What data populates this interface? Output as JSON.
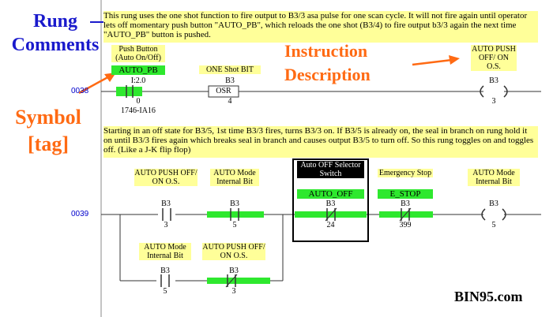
{
  "rung1": {
    "number": "0038",
    "comment": "This rung uses the one shot function to fire output to B3/3 asa pulse for one scan cycle. It will not fire again until operator lets off momentary push button \"AUTO_PB\", which reloads the one shot (B3/4) to fire output b3/3 again the next time \"AUTO_PB\" button is pushed.",
    "contact1": {
      "desc": "Push Button (Auto On/Off)",
      "symbol": "AUTO_PB",
      "addr": "I:2.0",
      "bit": "0",
      "module": "1746-IA16"
    },
    "osr": {
      "desc": "ONE Shot BIT",
      "addr": "B3",
      "label": "OSR",
      "bit": "4"
    },
    "coil": {
      "desc": "AUTO PUSH OFF/ ON O.S.",
      "addr": "B3",
      "bit": "3"
    }
  },
  "rung2": {
    "number": "0039",
    "comment": "Starting in an off state for B3/5, 1st time B3/3 fires, turns B3/3 on. If B3/5 is already on, the seal in branch on rung hold it on until B3/3 fires again which breaks seal in branch and causes output B3/5 to turn off. So this rung toggles on and toggles off. (Like a J-K flip flop)",
    "c1": {
      "desc": "AUTO PUSH OFF/ ON O.S.",
      "addr": "B3",
      "bit": "3"
    },
    "c2": {
      "desc": "AUTO Mode Internal Bit",
      "addr": "B3",
      "bit": "5"
    },
    "c3": {
      "desc": "Auto OFF Selector Switch",
      "symbol": "AUTO_OFF",
      "addr": "B3",
      "bit": "24"
    },
    "c4": {
      "desc": "Emergency Stop",
      "symbol": "E_STOP",
      "addr": "B3",
      "bit": "399"
    },
    "coil": {
      "desc": "AUTO Mode Internal Bit",
      "addr": "B3",
      "bit": "5"
    },
    "b1": {
      "desc": "AUTO Mode Internal Bit",
      "addr": "B3",
      "bit": "5"
    },
    "b2": {
      "desc": "AUTO PUSH OFF/ ON O.S.",
      "addr": "B3",
      "bit": "3"
    }
  },
  "callouts": {
    "rung_comments": "Rung Comments",
    "instruction_description": "Instruction Description",
    "symbol_tag": "Symbol [tag]"
  },
  "watermark": "BIN95.com",
  "colors": {
    "accent_blue": "#1a1acc",
    "accent_orange": "#ff6a13",
    "highlight_green": "#2ee82e",
    "comment_yellow": "#ffff99"
  }
}
